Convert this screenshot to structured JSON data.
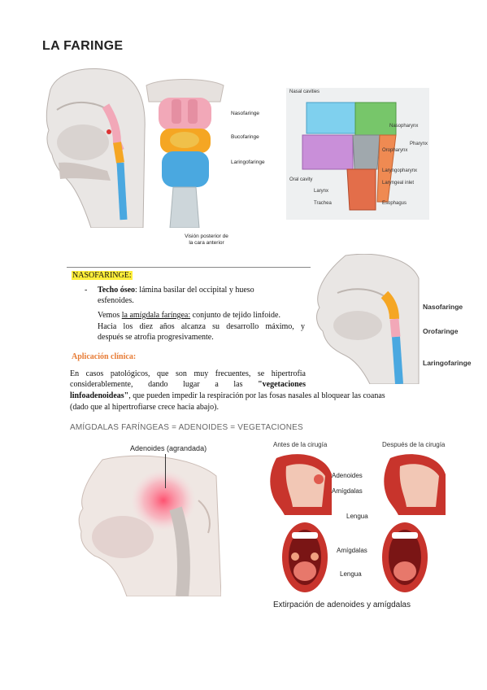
{
  "banner": {
    "title": "LA FARINGE",
    "posterior_labels": [
      "Nasofaringe",
      "Bucofaringe",
      "Laringofaringe"
    ],
    "posterior_caption_1": "Visión posterior de",
    "posterior_caption_2": "la cara anterior",
    "schema_labels": {
      "nasal": "Nasal cavities",
      "nasopharynx": "Nasopharynx",
      "pharynx": "Pharynx",
      "oropharynx": "Oropharynx",
      "oral": "Oral cavity",
      "laryngopharynx": "Laryngopharynx",
      "laryngeal_inlet": "Laryngeal inlet",
      "larynx": "Larynx",
      "trachea": "Trachea",
      "esophagus": "Esophagus"
    }
  },
  "section": {
    "heading": "NASOFARINGE:",
    "bullet_mark": "-",
    "techo_bold": "Techo óseo",
    "techo_rest": ": lámina basilar del occipital y hueso",
    "techo_line2": "esfenoides.",
    "vemos_pre": "Vemos ",
    "vemos_underlined": "la amígdala faríngea:",
    "vemos_rest": " conjunto de tejido linfoide.",
    "line_hacia": "Hacia los diez años alcanza su desarrollo máximo, y",
    "line_despues": "después se atrofia progresivamente.",
    "side_labels": [
      "Nasofaringe",
      "Orofaringe",
      "Laringofaringe"
    ]
  },
  "clinical": {
    "heading": "Aplicación clínica:",
    "line1": "En casos patológicos, que son muy frecuentes, se hipertrofia",
    "line2_pre": "considerablemente, dando lugar a las ",
    "line2_bold": "\"vegetaciones",
    "line3_bold": "linfoadenoideas\"",
    "line3_rest": ", que pueden impedir la respiración por las fosas nasales al bloquear las coanas",
    "line4": "(dado que al hipertrofiarse crece hacia abajo)."
  },
  "amigdalas": {
    "heading": "AMÍGDALAS FARÍNGEAS = ADENOIDES = VEGETACIONES",
    "adenoides_label": "Adenoides (agrandada)",
    "antes": "Antes de la cirugía",
    "despues": "Después de la cirugía",
    "adenoides": "Adenoides",
    "amigdalas_top": "Amígdalas",
    "lengua_top": "Lengua",
    "amigdalas_bottom": "Amígdalas",
    "lengua_bottom": "Lengua",
    "caption": "Extirpación de adenoides y amígdalas"
  },
  "colors": {
    "highlight": "#ffef3a",
    "clinical_heading": "#e77b34",
    "naso_pink": "#f2a8b8",
    "oro_orange": "#f5a623",
    "laringo_blue": "#4aa8e0",
    "tissue_red": "#c8342c"
  }
}
